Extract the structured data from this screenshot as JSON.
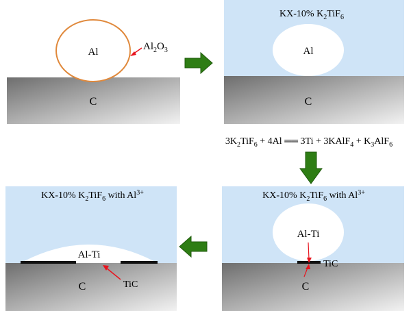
{
  "colors": {
    "liquid": "#cfe4f7",
    "droplet": "#ffffff",
    "oxide_ring": "#e0893c",
    "red_arrow": "#e8141e",
    "green_arrow": "#2e7d14",
    "green_arrow_edge": "#1f5a0c",
    "substrate_dark": "#6e6e6e",
    "substrate_light": "#f2f2f2",
    "tic_layer": "#111111"
  },
  "panel1": {
    "droplet_label": "Al",
    "oxide_label_main": "Al",
    "oxide_label_sub1": "2",
    "oxide_label_mid": "O",
    "oxide_label_sub2": "3",
    "substrate_label": "C"
  },
  "panel2": {
    "title_main": "KX-10% K",
    "title_sub1": "2",
    "title_mid": "TiF",
    "title_sub2": "6",
    "droplet_label": "Al",
    "substrate_label": "C"
  },
  "reaction": {
    "p1": "3K",
    "s1": "2",
    "p2": "TiF",
    "s2": "6",
    "p3": " + 4Al ",
    "eq": "══",
    "p4": " 3Ti + 3KAlF",
    "s3": "4",
    "p5": " + K",
    "s4": "3",
    "p6": "AlF",
    "s5": "6"
  },
  "panel3": {
    "title_main": "KX-10% K",
    "title_sub1": "2",
    "title_mid": "TiF",
    "title_sub2": "6",
    "title_end": " with Al",
    "title_sup": "3+",
    "droplet_label": "Al-Ti",
    "tic_label": "TiC",
    "substrate_label": "C"
  },
  "panel4": {
    "title_main": "KX-10% K",
    "title_sub1": "2",
    "title_mid": "TiF",
    "title_sub2": "6",
    "title_end": " with Al",
    "title_sup": "3+",
    "droplet_label": "Al-Ti",
    "tic_label": "TiC",
    "substrate_label": "C"
  }
}
